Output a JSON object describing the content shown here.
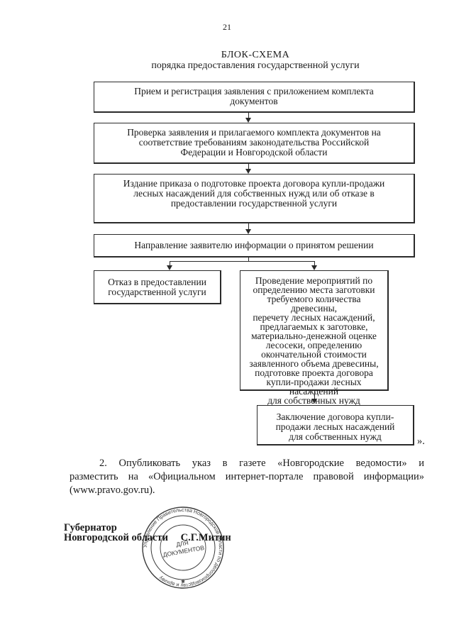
{
  "page_number": "21",
  "title": "БЛОК-СХЕМА",
  "subtitle": "порядка предоставления государственной услуги",
  "boxes": {
    "b1": [
      "Прием и регистрация заявления с приложением комплекта",
      "документов"
    ],
    "b2": [
      "Проверка заявления и прилагаемого комплекта документов на",
      "соответствие требованиям законодательства Российской",
      "Федерации и Новгородской области"
    ],
    "b3": [
      "Издание приказа о подготовке проекта договора купли-продажи",
      "лесных насаждений для собственных нужд или об отказе в",
      "предоставлении государственной услуги"
    ],
    "b4": [
      "Направление заявителю информации о принятом решении"
    ],
    "b5": [
      "Отказ в предоставлении",
      "государственной услуги"
    ],
    "b6": [
      "Проведение мероприятий по",
      "определению места заготовки",
      "требуемого количества древесины,",
      "перечету лесных насаждений,",
      "предлагаемых к заготовке,",
      "материально-денежной оценке",
      "лесосеки, определению",
      "окончательной стоимости",
      "заявленного объема древесины,",
      "подготовке проекта договора",
      "купли-продажи лесных насаждений",
      "для собственных нужд"
    ],
    "b7": [
      "Заключение договора купли-",
      "продажи лесных насаждений",
      "для собственных нужд"
    ]
  },
  "closing_quote": "».",
  "paragraph_2": {
    "line1": "2. Опубликовать указ в газете «Новгородские ведомости» и",
    "line2": "разместить на «Официальном интернет-портале правовой информации»",
    "line3": "(www.pravo.gov.ru)."
  },
  "signature": {
    "position_line1": "Губернатор",
    "position_line2": "Новгородской области",
    "name": "С.Г.Митин"
  },
  "stamp": {
    "ring_text": "Управление Правительства Новгородской области по делопроизводству и архиву",
    "center_line1": "ДЛЯ",
    "center_line2": "ДОКУМЕНТОВ"
  }
}
